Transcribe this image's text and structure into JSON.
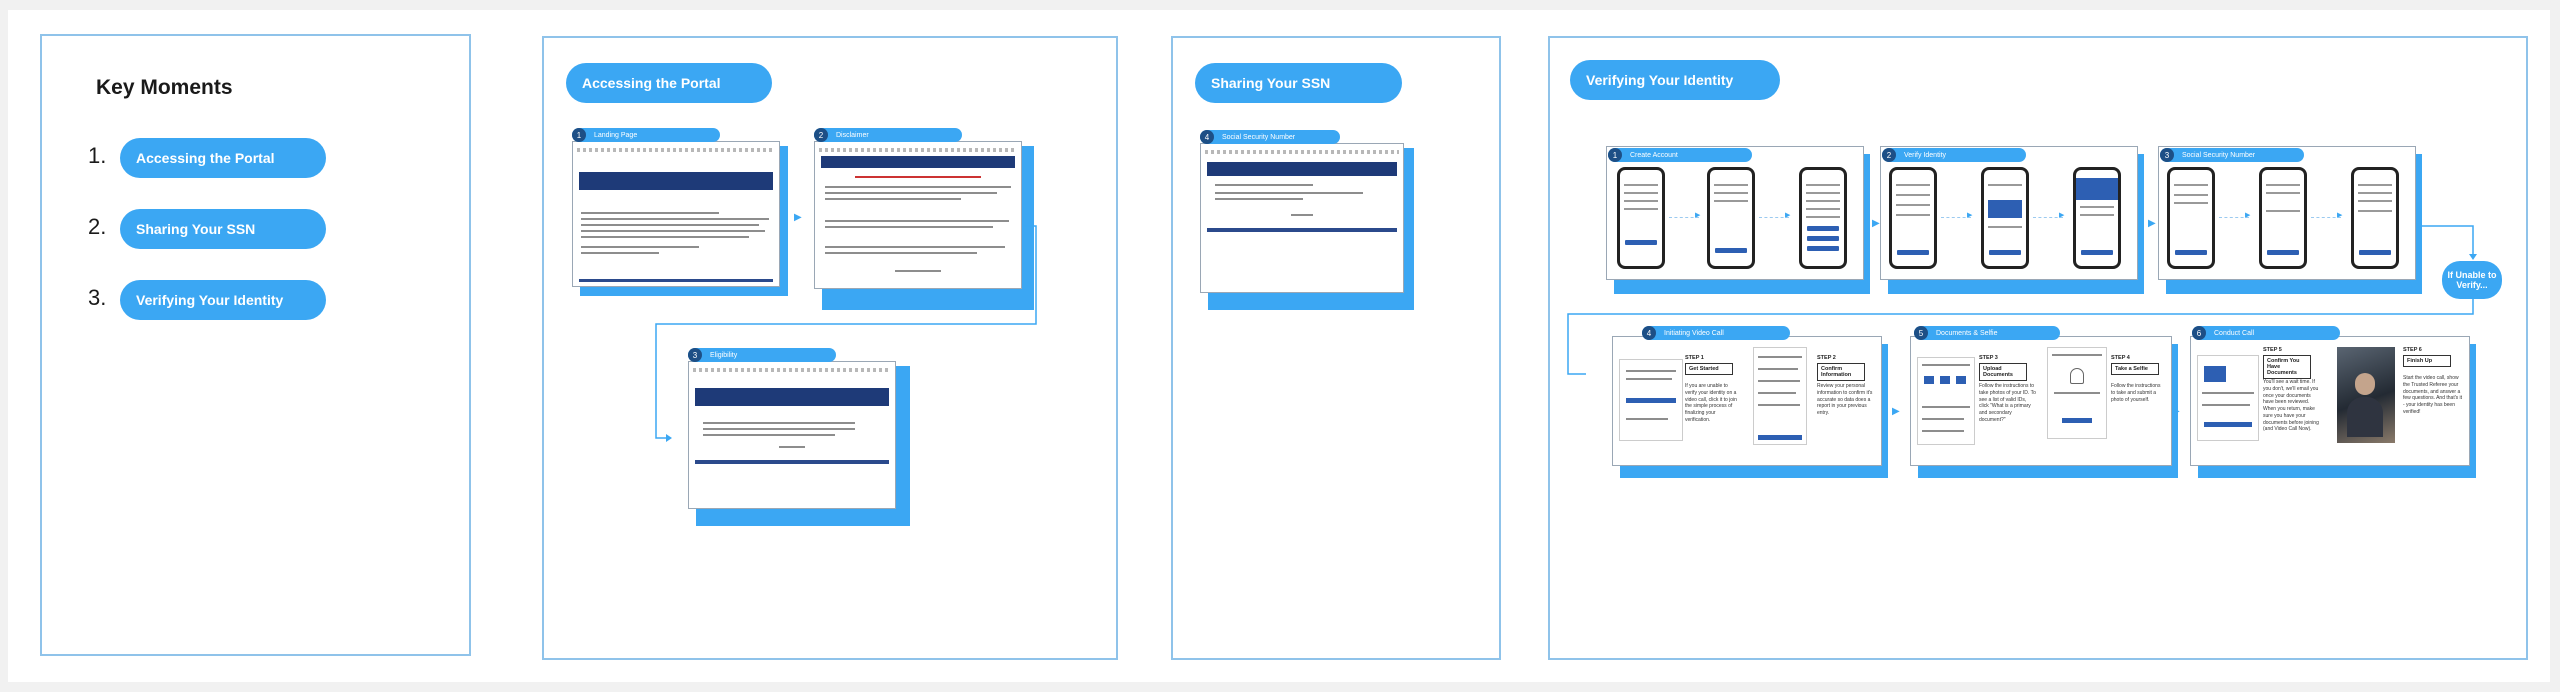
{
  "key_moments": {
    "title": "Key Moments",
    "items": [
      {
        "num": "1.",
        "label": "Accessing the Portal"
      },
      {
        "num": "2.",
        "label": "Sharing Your SSN"
      },
      {
        "num": "3.",
        "label": "Verifying Your Identity"
      }
    ]
  },
  "portal": {
    "title": "Accessing the Portal",
    "screens": [
      {
        "num": "1",
        "label": "Landing Page"
      },
      {
        "num": "2",
        "label": "Disclaimer"
      },
      {
        "num": "3",
        "label": "Eligibility"
      }
    ]
  },
  "ssn": {
    "title": "Sharing Your SSN",
    "screens": [
      {
        "num": "4",
        "label": "Social Security Number"
      }
    ]
  },
  "verify": {
    "title": "Verifying Your Identity",
    "flows": [
      {
        "num": "1",
        "label": "Create Account"
      },
      {
        "num": "2",
        "label": "Verify Identity"
      },
      {
        "num": "3",
        "label": "Social Security Number"
      },
      {
        "num": "4",
        "label": "Initiating Video Call"
      },
      {
        "num": "5",
        "label": "Documents & Selfie"
      },
      {
        "num": "6",
        "label": "Conduct Call"
      }
    ],
    "fallback": {
      "line1": "If Unable to",
      "line2": "Verify..."
    },
    "steps": [
      {
        "step": "STEP 1",
        "head": "Get Started",
        "text": "If you are unable to verify your identity on a video call, click it to join the simple process of finalizing your verification."
      },
      {
        "step": "STEP 2",
        "head": "Confirm Information",
        "text": "Review your personal information to confirm it's accurate so data does a report in your previous entry."
      },
      {
        "step": "STEP 3",
        "head": "Upload Documents",
        "text": "Follow the instructions to take photos of your ID. To see a list of valid IDs, click \"What is a primary and secondary document?\""
      },
      {
        "step": "STEP 4",
        "head": "Take a Selfie",
        "text": "Follow the instructions to take and submit a photo of yourself."
      },
      {
        "step": "STEP 5",
        "head": "Confirm You Have Documents",
        "text": "You'll see a wait time. If you don't, we'll email you once your documents have been reviewed. When you return, make sure you have your documents before joining (and Video Call Now)."
      },
      {
        "step": "STEP 6",
        "head": "Finish Up",
        "text": "Start the video call, show the Trusted Referee your documents, and answer a few questions. And that's it - your identity has been verified!"
      }
    ]
  }
}
